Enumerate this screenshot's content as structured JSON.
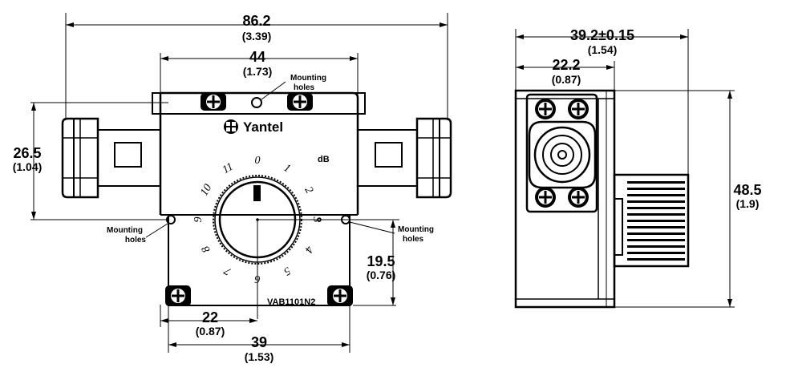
{
  "dimensions": {
    "overall_width": {
      "value": "86.2",
      "inch": "(3.39)"
    },
    "body_width": {
      "value": "44",
      "inch": "(1.73)"
    },
    "connector_height": {
      "value": "26.5",
      "inch": "(1.04)"
    },
    "hole_to_bottom": {
      "value": "19.5",
      "inch": "(0.76)"
    },
    "hole_half_span": {
      "value": "22",
      "inch": "(0.87)"
    },
    "hole_span": {
      "value": "39",
      "inch": "(1.53)"
    },
    "side_depth": {
      "value": "39.2±0.15",
      "inch": "(1.54)"
    },
    "side_connector": {
      "value": "22.2",
      "inch": "(0.87)"
    },
    "side_height": {
      "value": "48.5",
      "inch": "(1.9)"
    }
  },
  "labels": {
    "mounting_holes_top": [
      "Mounting",
      "holes"
    ],
    "mounting_holes_left": [
      "Mounting",
      "holes"
    ],
    "mounting_holes_right": [
      "Mounting",
      "holes"
    ],
    "brand": "Yantel",
    "unit": "dB",
    "model": "VAB1101N2"
  },
  "dial_numbers": [
    "0",
    "1",
    "2",
    "3",
    "4",
    "5",
    "6",
    "7",
    "8",
    "9",
    "10",
    "11"
  ]
}
